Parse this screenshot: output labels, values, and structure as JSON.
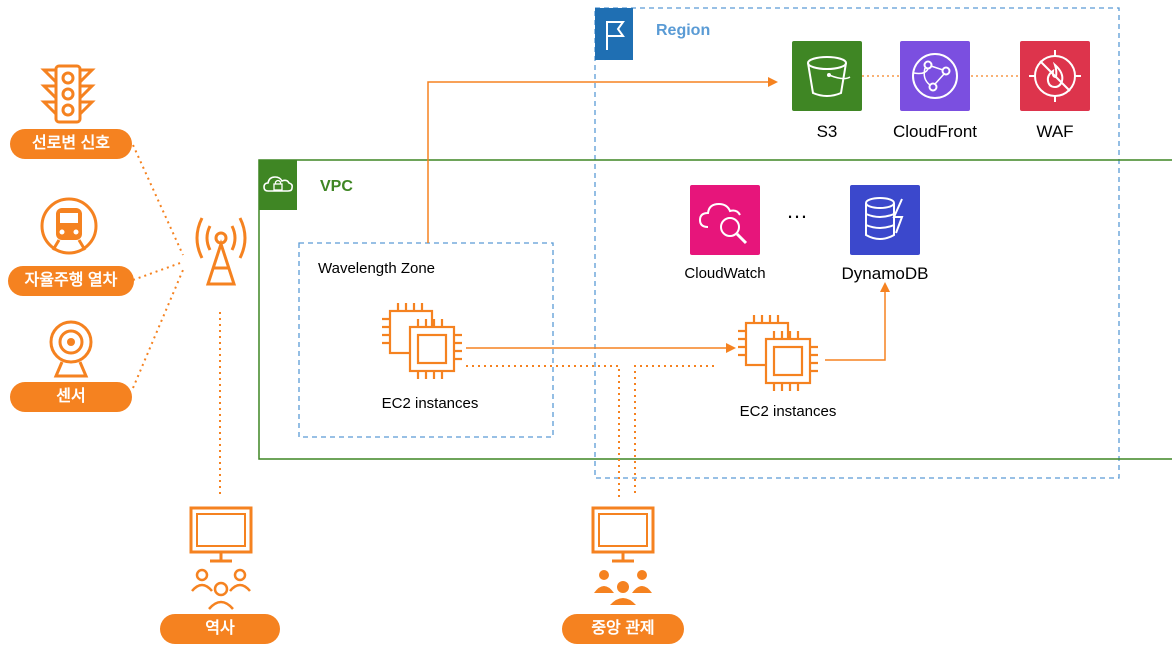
{
  "devices": {
    "traffic_light_label": "선로변 신호",
    "train_label": "자율주행 열차",
    "sensor_label": "센서"
  },
  "stations": {
    "station_label": "역사",
    "central_label": "중앙 관제"
  },
  "region": {
    "title": "Region",
    "color": "#5a9bd5"
  },
  "vpc": {
    "title": "VPC",
    "color": "#3f8624"
  },
  "wavelength": {
    "title": "Wavelength Zone"
  },
  "services": {
    "s3": "S3",
    "cloudfront": "CloudFront",
    "waf": "WAF",
    "cloudwatch": "CloudWatch",
    "dynamodb": "DynamoDB",
    "ellipsis": "…",
    "ec2_wavelength": "EC2 instances",
    "ec2_region": "EC2 instances"
  },
  "colors": {
    "accent": "#f58220",
    "s3": "#3f8624",
    "cloudfront": "#7b4fe0",
    "waf": "#dd344c",
    "cloudwatch": "#e7157b",
    "dynamodb": "#3b48cc"
  }
}
